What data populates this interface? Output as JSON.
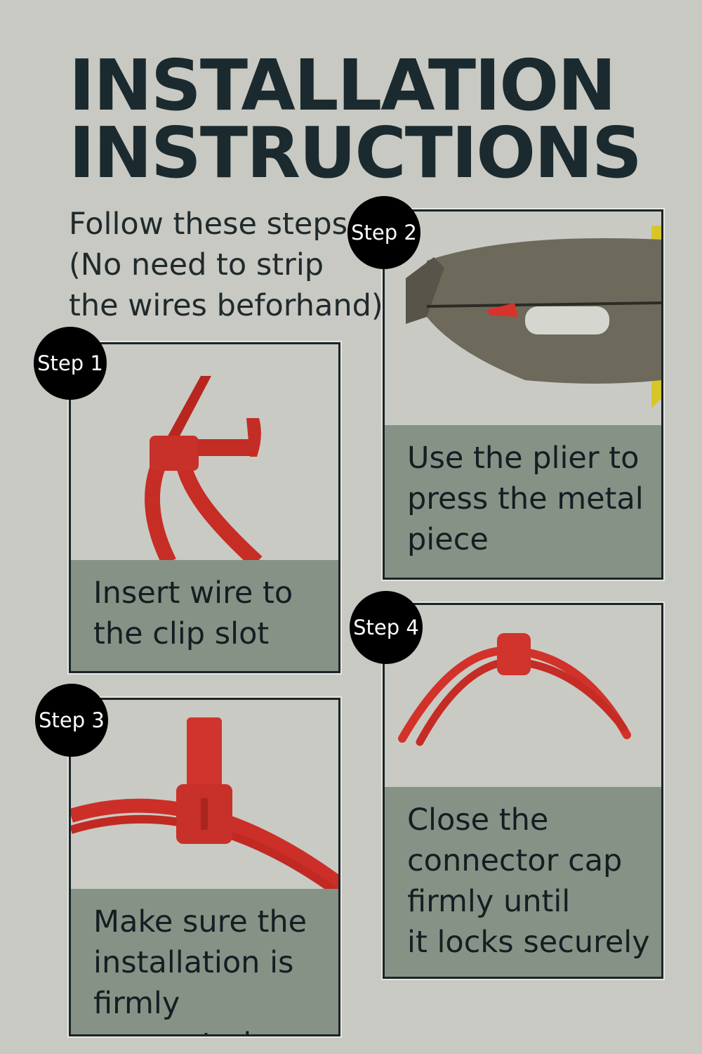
{
  "title": {
    "line1": "INSTALLATION",
    "line2": "INSTRUCTIONS"
  },
  "intro": {
    "line1": "Follow these steps:",
    "line2": "(No need to strip",
    "line3": "the wires beforhand)."
  },
  "steps": [
    {
      "badge": "Step 1",
      "lines": [
        "Insert wire to",
        "the clip slot"
      ]
    },
    {
      "badge": "Step 2",
      "lines": [
        "Use the plier to",
        "press the metal",
        "piece"
      ]
    },
    {
      "badge": "Step 3",
      "lines": [
        "Make sure the",
        "installation is",
        "firmly connected"
      ]
    },
    {
      "badge": "Step 4",
      "lines": [
        "Close the",
        "connector cap",
        "firmly until",
        "it locks securely"
      ]
    }
  ],
  "colors": {
    "background": "#c8c9c2",
    "caption": "#879287",
    "wire": "#cc2f28",
    "text": "#1b2a2e"
  }
}
